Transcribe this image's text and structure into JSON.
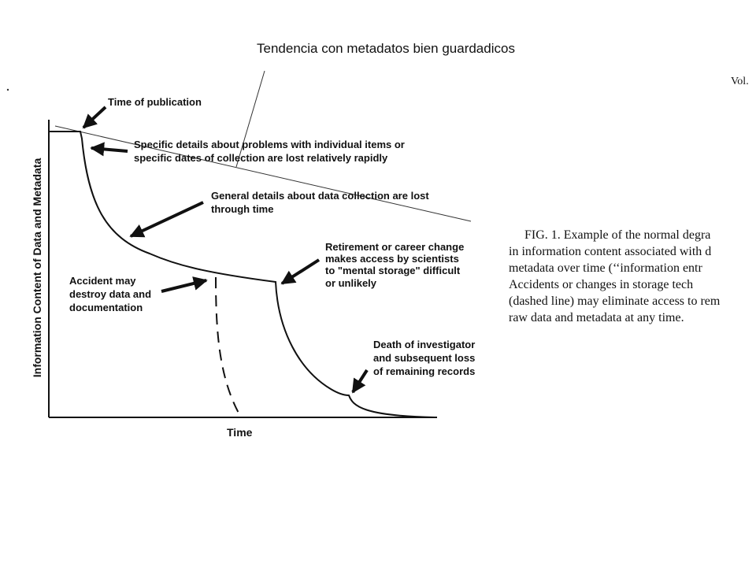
{
  "overlay_label": "Tendencia con metadatos bien guardadicos",
  "header_fragment": "Vol.",
  "diagram": {
    "ylabel": "Information Content of Data and Metadata",
    "xlabel": "Time",
    "annotations": {
      "publication": "Time of publication",
      "specific_1": "Specific details about problems with individual items or",
      "specific_2": "specific dates of collection are lost relatively rapidly",
      "general_1": "General details about data collection are lost",
      "general_2": "through time",
      "retirement_1": "Retirement or career change",
      "retirement_2": "makes access by scientists",
      "retirement_3": "to \"mental storage\" difficult",
      "retirement_4": "or unlikely",
      "accident_1": "Accident may",
      "accident_2": "destroy data and",
      "accident_3": "documentation",
      "death_1": "Death of investigator",
      "death_2": "and subsequent loss",
      "death_3": "of remaining records"
    }
  },
  "caption": {
    "line1": "FIG. 1.   Example of the normal degra",
    "line2": "in information content associated with d",
    "line3": "metadata over time (‘‘information entr",
    "line4": "Accidents or changes in storage tech",
    "line5": "(dashed line) may eliminate access to rem",
    "line6": "raw data and metadata at any time."
  },
  "colors": {
    "ink": "#111111",
    "background": "#ffffff"
  }
}
